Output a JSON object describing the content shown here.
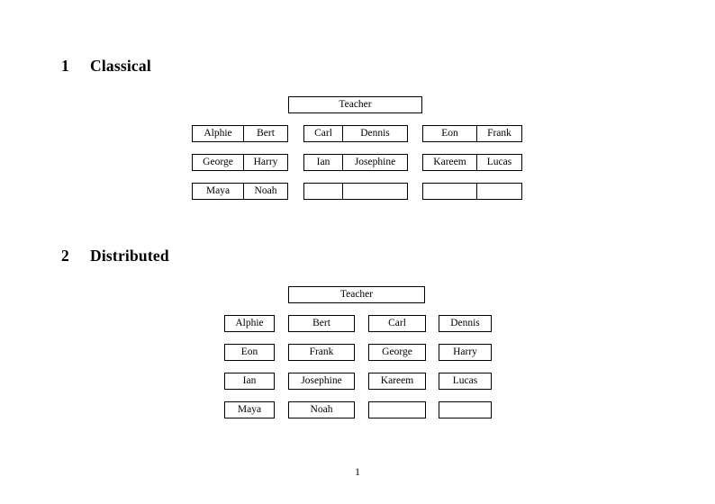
{
  "document": {
    "page_number": "1",
    "sections": [
      {
        "number": "1",
        "title": "Classical",
        "layout": "grouped-pairs",
        "teacher": {
          "label": "Teacher"
        },
        "groups": [
          {
            "name": "group-1",
            "rows": [
              {
                "left": "Alphie",
                "right": "Bert"
              },
              {
                "left": "George",
                "right": "Harry"
              },
              {
                "left": "Maya",
                "right": "Noah"
              }
            ]
          },
          {
            "name": "group-2",
            "rows": [
              {
                "left": "Carl",
                "right": "Dennis"
              },
              {
                "left": "Ian",
                "right": "Josephine"
              },
              {
                "left": "",
                "right": ""
              }
            ]
          },
          {
            "name": "group-3",
            "rows": [
              {
                "left": "Eon",
                "right": "Frank"
              },
              {
                "left": "Kareem",
                "right": "Lucas"
              },
              {
                "left": "",
                "right": ""
              }
            ]
          }
        ]
      },
      {
        "number": "2",
        "title": "Distributed",
        "layout": "separate-columns",
        "teacher": {
          "label": "Teacher"
        },
        "rows": [
          [
            "Alphie",
            "Bert",
            "Carl",
            "Dennis"
          ],
          [
            "Eon",
            "Frank",
            "George",
            "Harry"
          ],
          [
            "Ian",
            "Josephine",
            "Kareem",
            "Lucas"
          ],
          [
            "Maya",
            "Noah",
            "",
            ""
          ]
        ]
      }
    ]
  }
}
